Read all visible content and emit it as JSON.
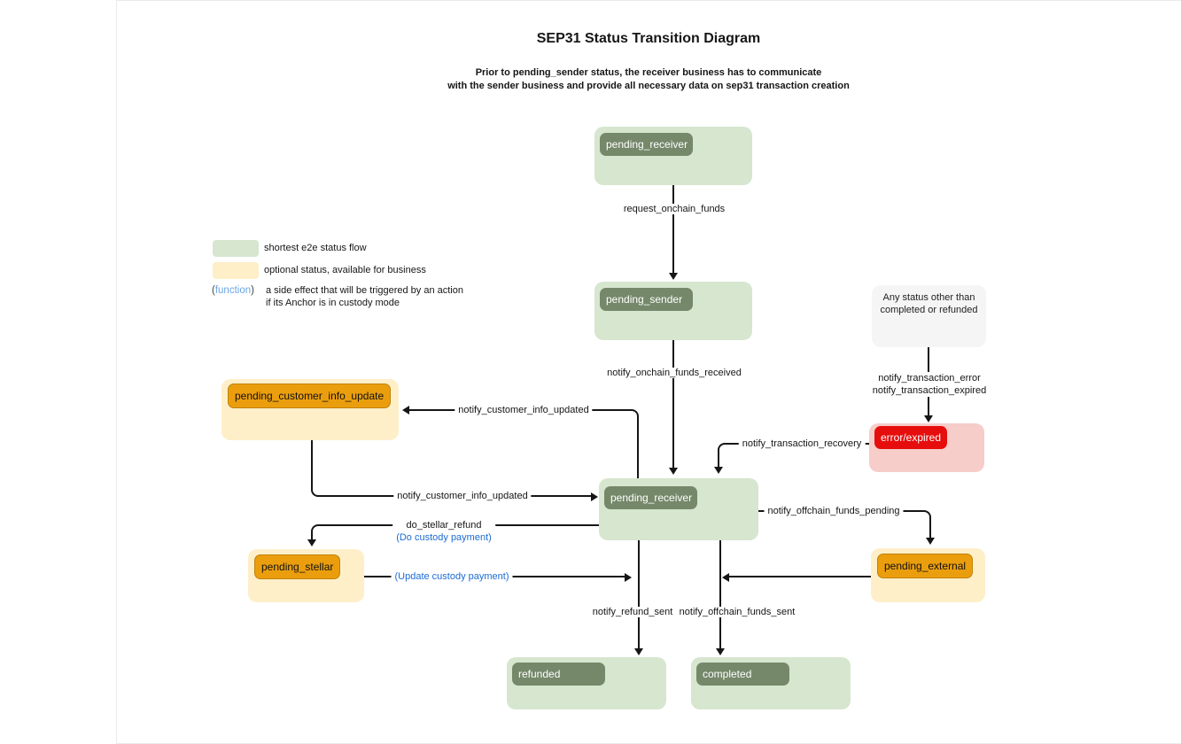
{
  "title": "SEP31 Status Transition Diagram",
  "subtitle": {
    "line1": "Prior to pending_sender status, the receiver business has to communicate",
    "line2": "with the sender business and provide all necessary data on sep31 transaction creation"
  },
  "legend": {
    "shortest_flow": "shortest e2e status flow",
    "optional_status": "optional status, available for business",
    "function_paren_open": "(",
    "function_word": "function",
    "function_paren_close": ")",
    "function_desc_line1": "a side effect that will be triggered by an action",
    "function_desc_line2": "if its Anchor is in custody mode"
  },
  "colors": {
    "flow_container": "#d6e6cf",
    "flow_chip": "#75886a",
    "optional_container": "#feefc9",
    "optional_chip": "#eb9e0d",
    "error_container": "#f6cdc9",
    "error_chip": "#e60d0d",
    "neutral_container": "#f5f5f5",
    "edge_line": "#161616",
    "custody_link_blue": "#1b6cd4",
    "legend_function_blue": "#6ba6e4"
  },
  "nodes": {
    "pending_receiver_top": "pending_receiver",
    "pending_sender": "pending_sender",
    "any_status": {
      "line1": "Any status other than",
      "line2": "completed or refunded"
    },
    "error_expired": "error/expired",
    "pending_receiver_mid": "pending_receiver",
    "pending_customer_info_update": "pending_customer_info_update",
    "pending_stellar": "pending_stellar",
    "pending_external": "pending_external",
    "refunded": "refunded",
    "completed": "completed"
  },
  "edges": {
    "request_onchain_funds": "request_onchain_funds",
    "notify_onchain_funds_received": "notify_onchain_funds_received",
    "notify_transaction_error": "notify_transaction_error",
    "notify_transaction_expired": "notify_transaction_expired",
    "notify_transaction_recovery": "notify_transaction_recovery",
    "notify_customer_info_updated_to_box": "notify_customer_info_updated",
    "notify_customer_info_updated_to_receiver": "notify_customer_info_updated",
    "do_stellar_refund": "do_stellar_refund",
    "do_custody_payment": "(Do custody payment)",
    "update_custody_payment": "(Update custody payment)",
    "notify_offchain_funds_pending": "notify_offchain_funds_pending",
    "notify_refund_sent": "notify_refund_sent",
    "notify_offchain_funds_sent": "notify_offchain_funds_sent"
  }
}
